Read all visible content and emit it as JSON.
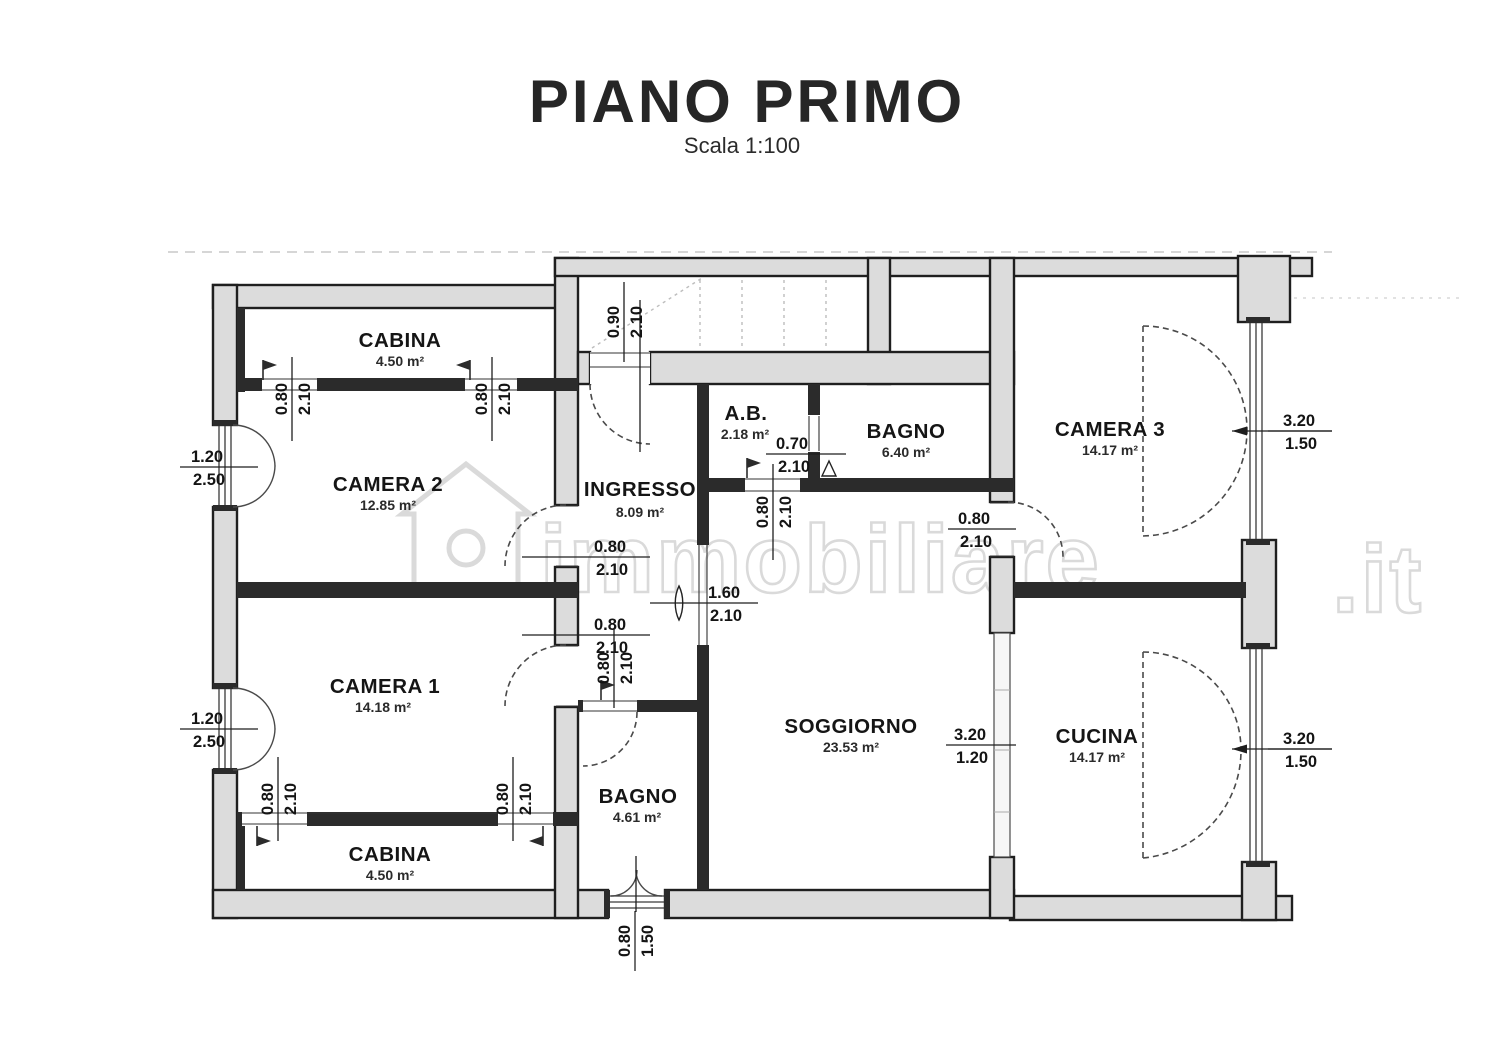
{
  "plan": {
    "title": "PIANO PRIMO",
    "subtitle": "Scala 1:100",
    "watermark": {
      "text": "immobiliare",
      "tld": ".it"
    },
    "rooms": {
      "cabina_top": {
        "name": "CABINA",
        "area": "4.50 m²"
      },
      "camera2": {
        "name": "CAMERA 2",
        "area": "12.85 m²"
      },
      "camera1": {
        "name": "CAMERA 1",
        "area": "14.18 m²"
      },
      "cabina_bottom": {
        "name": "CABINA",
        "area": "4.50 m²"
      },
      "ingresso": {
        "name": "INGRESSO",
        "area": "8.09 m²"
      },
      "ab": {
        "name": "A.B.",
        "area": "2.18 m²"
      },
      "bagno_top": {
        "name": "BAGNO",
        "area": "6.40 m²"
      },
      "camera3": {
        "name": "CAMERA 3",
        "area": "14.17 m²"
      },
      "soggiorno": {
        "name": "SOGGIORNO",
        "area": "23.53 m²"
      },
      "cucina": {
        "name": "CUCINA",
        "area": "14.17 m²"
      },
      "bagno_bottom": {
        "name": "BAGNO",
        "area": "4.61 m²"
      }
    },
    "dims": {
      "stair_door": {
        "w": "0.90",
        "h": "2.10"
      },
      "cabina_top_door_left": {
        "w": "0.80",
        "h": "2.10"
      },
      "cabina_top_door_right": {
        "w": "0.80",
        "h": "2.10"
      },
      "camera2_window": {
        "w": "1.20",
        "h": "2.50"
      },
      "camera1_window": {
        "w": "1.20",
        "h": "2.50"
      },
      "camera2_door": {
        "w": "0.80",
        "h": "2.10"
      },
      "camera1_door": {
        "w": "0.80",
        "h": "2.10"
      },
      "ab_entry_door": {
        "w": "0.80",
        "h": "2.10"
      },
      "ab_bagno_door": {
        "w": "0.70",
        "h": "2.10"
      },
      "bagno_bottom_door": {
        "w": "0.80",
        "h": "2.10"
      },
      "camera3_door": {
        "w": "0.80",
        "h": "2.10"
      },
      "camera3_window": {
        "w": "3.20",
        "h": "1.50"
      },
      "cucina_window": {
        "w": "3.20",
        "h": "1.50"
      },
      "soggiorno_cucina_opening": {
        "w": "3.20",
        "h": "1.20"
      },
      "soggiorno_opening": {
        "w": "1.60",
        "h": "2.10"
      },
      "cabina_bottom_door_left": {
        "w": "0.80",
        "h": "2.10"
      },
      "cabina_bottom_door_right": {
        "w": "0.80",
        "h": "2.10"
      },
      "bagno_window": {
        "w": "0.80",
        "h": "1.50"
      }
    }
  }
}
